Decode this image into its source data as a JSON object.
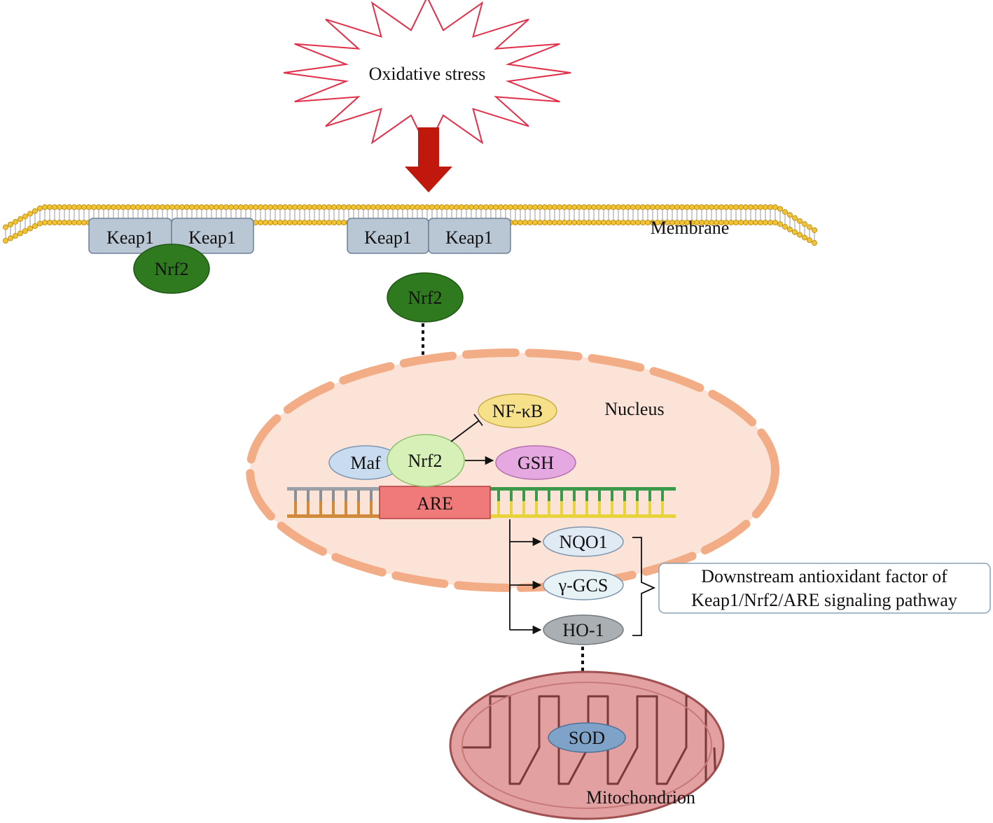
{
  "stimulus": {
    "label": "Oxidative stress"
  },
  "membrane": {
    "label": "Membrane"
  },
  "complex_left": {
    "keap1_a": "Keap1",
    "keap1_b": "Keap1",
    "nrf2": "Nrf2"
  },
  "complex_right": {
    "keap1_a": "Keap1",
    "keap1_b": "Keap1"
  },
  "free_nrf2": {
    "label": "Nrf2"
  },
  "nucleus": {
    "label": "Nucleus",
    "nfkb": "NF-κB",
    "maf": "Maf",
    "nrf2": "Nrf2",
    "gsh": "GSH",
    "are": "ARE"
  },
  "downstream": {
    "factors": [
      "NQO1",
      "γ-GCS",
      "HO-1"
    ],
    "note_lines": [
      "Downstream antioxidant factor of",
      "Keap1/Nrf2/ARE signaling pathway"
    ]
  },
  "mitochondrion": {
    "label": "Mitochondrion",
    "sod": "SOD"
  },
  "colors": {
    "stress_outline": "#e0304a",
    "arrow_red": "#c0180c",
    "keap1_fill": "#b9c6d3",
    "nrf2_dark": "#2f7a1f",
    "nrf2_light": "#d6f0b8",
    "nfkb_fill": "#f7e08a",
    "gsh_fill": "#e6a8e0",
    "maf_fill": "#c9dcef",
    "are_fill": "#f07a7a",
    "nucleus_fill": "#fbe3d8",
    "nucleus_border": "#f2ad86",
    "mito_fill": "#e3a0a0",
    "mito_outer": "#a05050",
    "sod_fill": "#7fa3c8",
    "ho1_fill": "#a9afb3",
    "gcs_fill": "#e6f2f6",
    "nqo1_fill": "#dfeaf4"
  }
}
